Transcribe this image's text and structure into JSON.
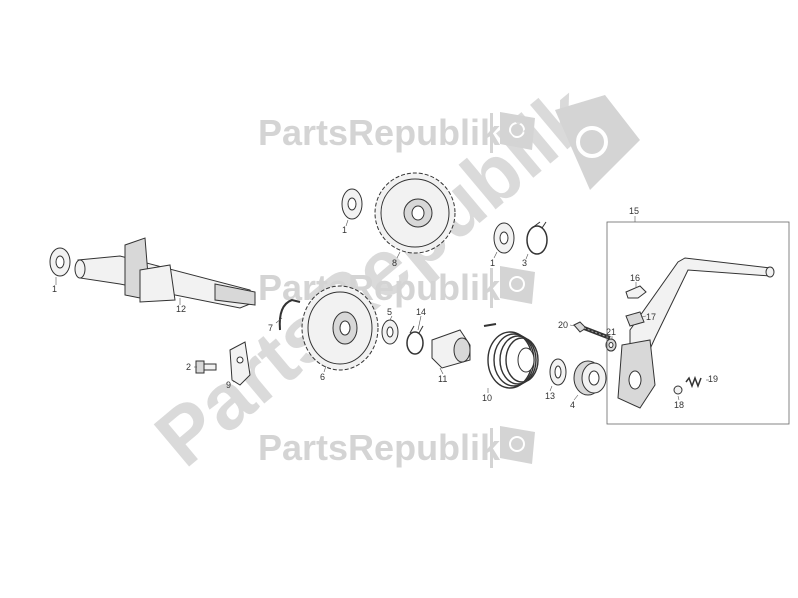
{
  "watermark": {
    "brand": "PartsRepublik",
    "color": "#d4d4d4",
    "icon": "gear-flag-icon"
  },
  "group_label": "15",
  "callouts": [
    "1",
    "12",
    "8",
    "1",
    "3",
    "1",
    "7",
    "6",
    "5",
    "14",
    "11",
    "10",
    "13",
    "4",
    "2",
    "9",
    "20",
    "21",
    "16",
    "17",
    "18",
    "19"
  ]
}
